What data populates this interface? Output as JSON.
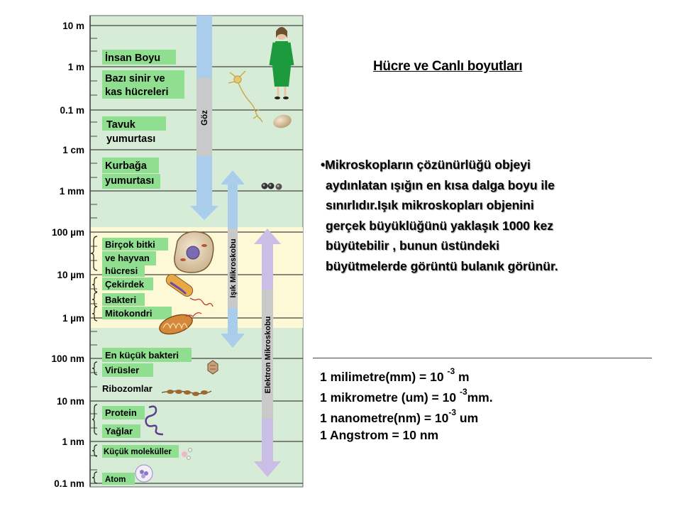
{
  "title": "Hücre ve Canlı boyutları",
  "bullet_lines": [
    "•Mikroskopların çözünürlüğü objeyi",
    "aydınlatan ışığın en kısa dalga boyu ile",
    "sınırlıdır.Işık mikroskopları objenini",
    "gerçek büyüklüğünü yaklaşık 1000 kez",
    "büyütebilir , bunun üstündeki",
    "büyütmelerde görüntü bulanık görünür."
  ],
  "units": [
    {
      "base": "1 milimetre(mm) = 10 ",
      "exp": "-3",
      "tail": " m"
    },
    {
      "base": "1 mikrometre  (um) = 10 ",
      "exp": "-3",
      "tail": "mm."
    },
    {
      "base": "1 nanometre(nm) = 10",
      "exp": "-3",
      "tail": "  um"
    },
    {
      "base": "1 Angstrom = 10 nm",
      "exp": "",
      "tail": ""
    }
  ],
  "scale": {
    "ticks": [
      "10 m",
      "1 m",
      "0.1 m",
      "1 cm",
      "1 mm",
      "100 µm",
      "10   µm",
      "1   µm",
      "100 nm",
      "10 nm",
      "1 nm",
      "0.1 nm"
    ],
    "objects": [
      "İnsan Boyu",
      "Bazı sinir ve",
      "kas hücreleri",
      "Tavuk",
      "yumurtası",
      "Kurbağa",
      "yumurtası",
      "Birçok bitki",
      "ve hayvan",
      "hücresi",
      "Çekirdek",
      "Bakteri",
      "Mitokondri",
      "En küçük bakteri",
      "Virüsler",
      "Ribozomlar",
      "Protein",
      "Yağlar",
      "Küçük moleküller",
      "Atom"
    ],
    "ranges": {
      "eye": "Göz",
      "light": "Işık Mikroskobu",
      "electron": "Elektron Mikroskobu"
    }
  },
  "colors": {
    "panel_green": "#d7ecd7",
    "label_green": "#90df90",
    "light_band": "#fdf8d6",
    "eye_arrow": "#a9cdea",
    "light_arrow": "#a9cdea",
    "electron_arrow": "#cbbee6",
    "figure_dress": "#1e9a3e"
  }
}
